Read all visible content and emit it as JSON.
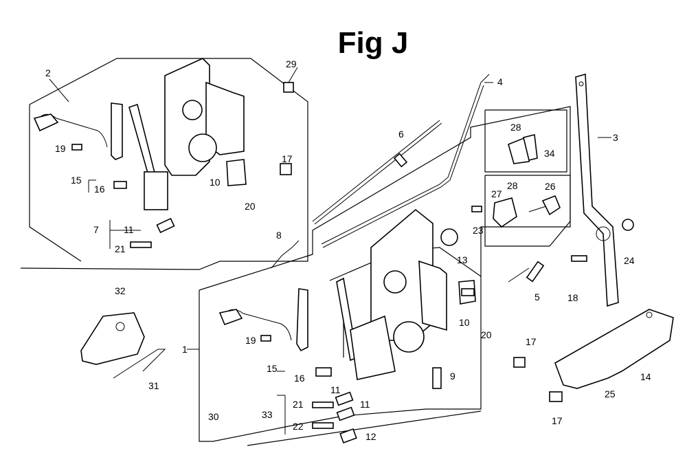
{
  "figure": {
    "title": "Fig J"
  },
  "labels": {
    "l1": "1",
    "l2": "2",
    "l3": "3",
    "l4": "4",
    "l5": "5",
    "l6": "6",
    "l7": "7",
    "l8": "8",
    "l9": "9",
    "l10a": "10",
    "l10b": "10",
    "l11a": "11",
    "l11b": "11",
    "l11c": "11",
    "l12": "12",
    "l13": "13",
    "l14": "14",
    "l15a": "15",
    "l15b": "15",
    "l16a": "16",
    "l16b": "16",
    "l17a": "17",
    "l17b": "17",
    "l17c": "17",
    "l18": "18",
    "l19a": "19",
    "l19b": "19",
    "l20a": "20",
    "l20b": "20",
    "l21a": "21",
    "l21b": "21",
    "l22": "22",
    "l23": "23",
    "l24": "24",
    "l25": "25",
    "l26": "26",
    "l27": "27",
    "l28a": "28",
    "l28b": "28",
    "l29": "29",
    "l30": "30",
    "l31": "31",
    "l32": "32",
    "l33": "33",
    "l34": "34"
  }
}
